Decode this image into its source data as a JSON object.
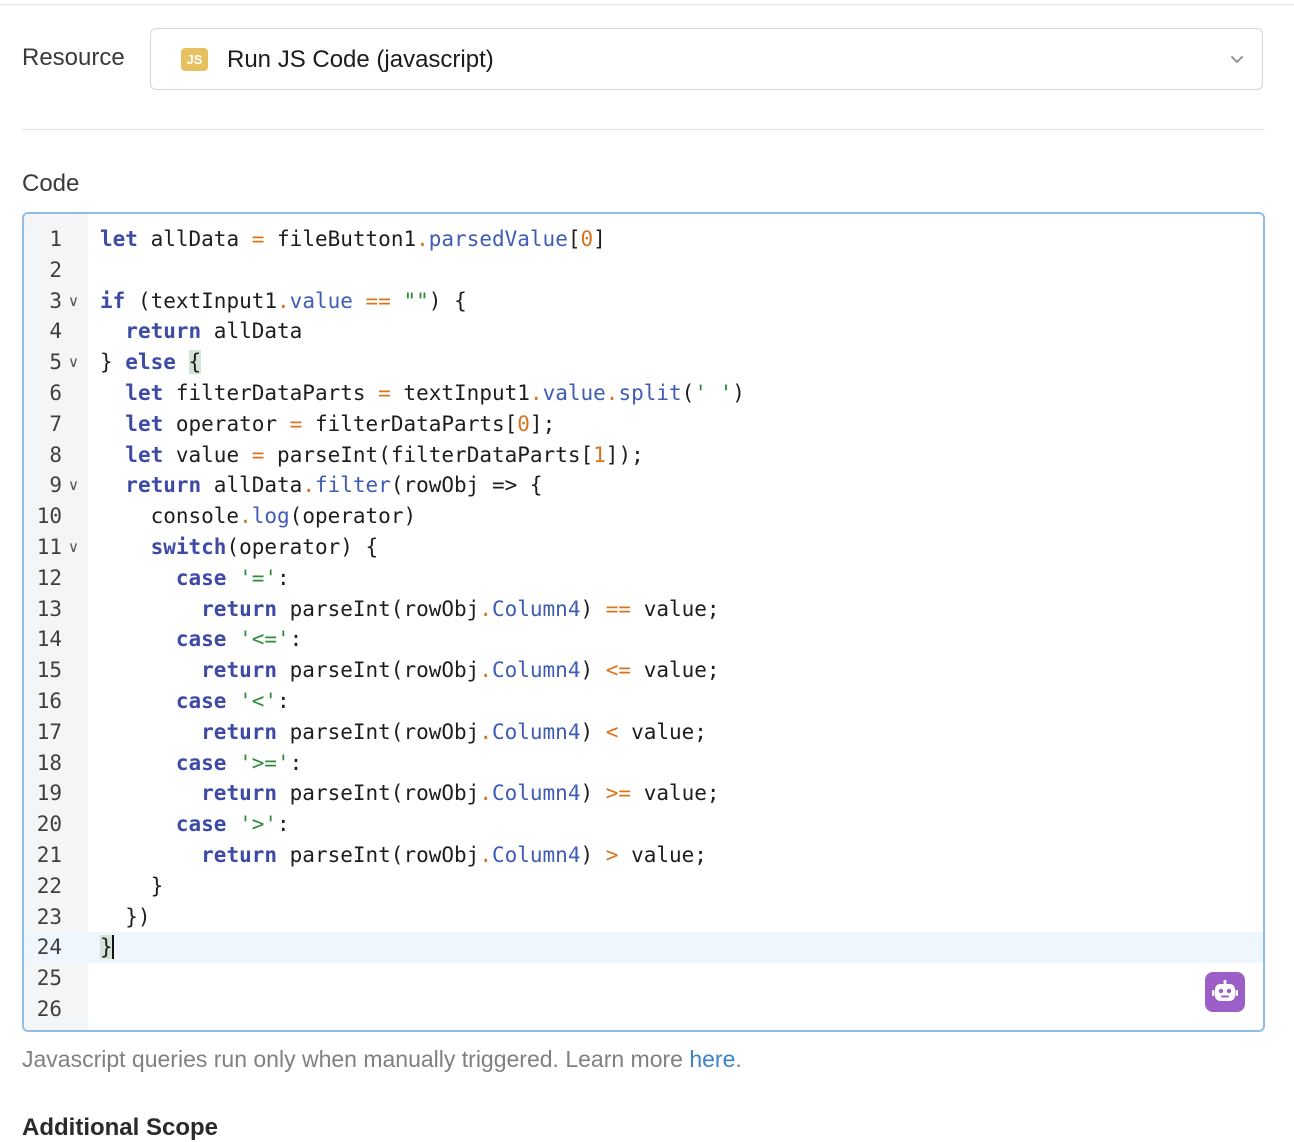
{
  "resource": {
    "label": "Resource",
    "badge": "JS",
    "value": "Run JS Code (javascript)",
    "chevron_icon": "chevron-down-icon"
  },
  "code_section": {
    "label": "Code",
    "lines": [
      [
        {
          "t": "let",
          "c": "kw"
        },
        {
          "t": " allData "
        },
        {
          "t": "=",
          "c": "op"
        },
        {
          "t": " fileButton1"
        },
        {
          "t": ".",
          "c": "op"
        },
        {
          "t": "parsedValue",
          "c": "prop"
        },
        {
          "t": "["
        },
        {
          "t": "0",
          "c": "num"
        },
        {
          "t": "]"
        }
      ],
      [],
      [
        {
          "t": "if",
          "c": "kw"
        },
        {
          "t": " (textInput1"
        },
        {
          "t": ".",
          "c": "op"
        },
        {
          "t": "value",
          "c": "prop"
        },
        {
          "t": " "
        },
        {
          "t": "==",
          "c": "op"
        },
        {
          "t": " "
        },
        {
          "t": "\"\"",
          "c": "str"
        },
        {
          "t": ") {"
        }
      ],
      [
        {
          "t": "  "
        },
        {
          "t": "return",
          "c": "kw"
        },
        {
          "t": " allData"
        }
      ],
      [
        {
          "t": "} "
        },
        {
          "t": "else",
          "c": "kw"
        },
        {
          "t": " "
        },
        {
          "t": "{",
          "c": "hl"
        }
      ],
      [
        {
          "t": "  "
        },
        {
          "t": "let",
          "c": "kw"
        },
        {
          "t": " filterDataParts "
        },
        {
          "t": "=",
          "c": "op"
        },
        {
          "t": " textInput1"
        },
        {
          "t": ".",
          "c": "op"
        },
        {
          "t": "value",
          "c": "prop"
        },
        {
          "t": ".",
          "c": "op"
        },
        {
          "t": "split",
          "c": "prop"
        },
        {
          "t": "("
        },
        {
          "t": "' '",
          "c": "str"
        },
        {
          "t": ")"
        }
      ],
      [
        {
          "t": "  "
        },
        {
          "t": "let",
          "c": "kw"
        },
        {
          "t": " operator "
        },
        {
          "t": "=",
          "c": "op"
        },
        {
          "t": " filterDataParts["
        },
        {
          "t": "0",
          "c": "num"
        },
        {
          "t": "];"
        }
      ],
      [
        {
          "t": "  "
        },
        {
          "t": "let",
          "c": "kw"
        },
        {
          "t": " value "
        },
        {
          "t": "=",
          "c": "op"
        },
        {
          "t": " parseInt(filterDataParts["
        },
        {
          "t": "1",
          "c": "num"
        },
        {
          "t": "]);"
        }
      ],
      [
        {
          "t": "  "
        },
        {
          "t": "return",
          "c": "kw"
        },
        {
          "t": " allData"
        },
        {
          "t": ".",
          "c": "op"
        },
        {
          "t": "filter",
          "c": "prop"
        },
        {
          "t": "(rowObj => {"
        }
      ],
      [
        {
          "t": "    console"
        },
        {
          "t": ".",
          "c": "op"
        },
        {
          "t": "log",
          "c": "prop"
        },
        {
          "t": "(operator)"
        }
      ],
      [
        {
          "t": "    "
        },
        {
          "t": "switch",
          "c": "kw"
        },
        {
          "t": "(operator) {"
        }
      ],
      [
        {
          "t": "      "
        },
        {
          "t": "case",
          "c": "kw"
        },
        {
          "t": " "
        },
        {
          "t": "'='",
          "c": "str"
        },
        {
          "t": ":"
        }
      ],
      [
        {
          "t": "        "
        },
        {
          "t": "return",
          "c": "kw"
        },
        {
          "t": " parseInt(rowObj"
        },
        {
          "t": ".",
          "c": "op"
        },
        {
          "t": "Column4",
          "c": "prop"
        },
        {
          "t": ") "
        },
        {
          "t": "==",
          "c": "op"
        },
        {
          "t": " value;"
        }
      ],
      [
        {
          "t": "      "
        },
        {
          "t": "case",
          "c": "kw"
        },
        {
          "t": " "
        },
        {
          "t": "'<='",
          "c": "str"
        },
        {
          "t": ":"
        }
      ],
      [
        {
          "t": "        "
        },
        {
          "t": "return",
          "c": "kw"
        },
        {
          "t": " parseInt(rowObj"
        },
        {
          "t": ".",
          "c": "op"
        },
        {
          "t": "Column4",
          "c": "prop"
        },
        {
          "t": ") "
        },
        {
          "t": "<=",
          "c": "op"
        },
        {
          "t": " value;"
        }
      ],
      [
        {
          "t": "      "
        },
        {
          "t": "case",
          "c": "kw"
        },
        {
          "t": " "
        },
        {
          "t": "'<'",
          "c": "str"
        },
        {
          "t": ":"
        }
      ],
      [
        {
          "t": "        "
        },
        {
          "t": "return",
          "c": "kw"
        },
        {
          "t": " parseInt(rowObj"
        },
        {
          "t": ".",
          "c": "op"
        },
        {
          "t": "Column4",
          "c": "prop"
        },
        {
          "t": ") "
        },
        {
          "t": "<",
          "c": "op"
        },
        {
          "t": " value;"
        }
      ],
      [
        {
          "t": "      "
        },
        {
          "t": "case",
          "c": "kw"
        },
        {
          "t": " "
        },
        {
          "t": "'>='",
          "c": "str"
        },
        {
          "t": ":"
        }
      ],
      [
        {
          "t": "        "
        },
        {
          "t": "return",
          "c": "kw"
        },
        {
          "t": " parseInt(rowObj"
        },
        {
          "t": ".",
          "c": "op"
        },
        {
          "t": "Column4",
          "c": "prop"
        },
        {
          "t": ") "
        },
        {
          "t": ">=",
          "c": "op"
        },
        {
          "t": " value;"
        }
      ],
      [
        {
          "t": "      "
        },
        {
          "t": "case",
          "c": "kw"
        },
        {
          "t": " "
        },
        {
          "t": "'>'",
          "c": "str"
        },
        {
          "t": ":"
        }
      ],
      [
        {
          "t": "        "
        },
        {
          "t": "return",
          "c": "kw"
        },
        {
          "t": " parseInt(rowObj"
        },
        {
          "t": ".",
          "c": "op"
        },
        {
          "t": "Column4",
          "c": "prop"
        },
        {
          "t": ") "
        },
        {
          "t": ">",
          "c": "op"
        },
        {
          "t": " value;"
        }
      ],
      [
        {
          "t": "    }"
        }
      ],
      [
        {
          "t": "  })"
        }
      ],
      [
        {
          "t": "}",
          "c": "hl"
        }
      ],
      [],
      []
    ],
    "fold_lines": [
      3,
      5,
      9,
      11
    ],
    "active_line": 24,
    "ai_icon": "robot-icon"
  },
  "help": {
    "text": "Javascript queries run only when manually triggered. Learn more ",
    "link": "here",
    "suffix": "."
  },
  "additional_scope": {
    "label": "Additional Scope"
  },
  "colors": {
    "keyword": "#3d4ba6",
    "property": "#3f5cb5",
    "operator": "#d9731c",
    "string": "#2f8b3a",
    "badge": "#e7c15f",
    "focus_border": "#8fbde8",
    "ai_button": "#9c5fc7",
    "link": "#3b82c8"
  }
}
